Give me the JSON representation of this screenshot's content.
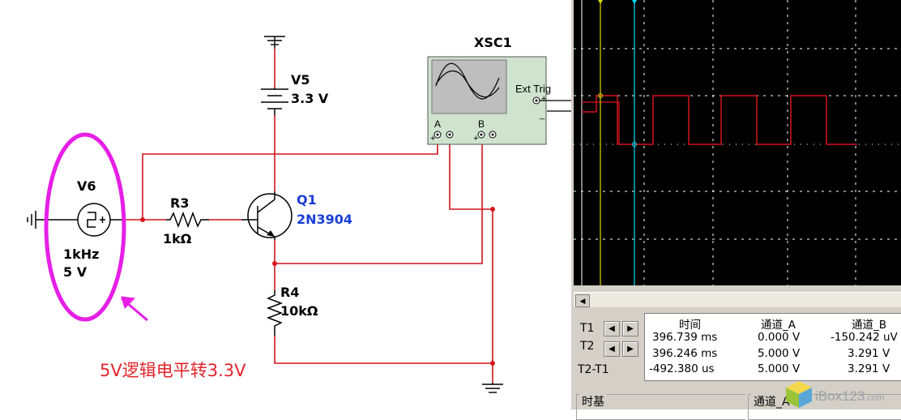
{
  "schematic": {
    "components": {
      "source": {
        "name": "V6",
        "freq": "1kHz",
        "amp": "5 V"
      },
      "battery": {
        "name": "V5",
        "value": "3.3 V"
      },
      "resistor_in": {
        "name": "R3",
        "value": "1kΩ"
      },
      "transistor": {
        "name": "Q1",
        "model": "2N3904"
      },
      "resistor_pull": {
        "name": "R4",
        "value": "10kΩ"
      },
      "oscilloscope": {
        "name": "XSC1",
        "ext_trig": "Ext Trig",
        "ch_a": "A",
        "ch_b": "B",
        "plus": "+",
        "minus": "_"
      }
    },
    "annotation": "5V逻辑电平转3.3V",
    "colors": {
      "wire": "#d4141c",
      "highlight": "#e61fe6",
      "transistor_text": "#1a3fd6",
      "annotation": "#e0242a"
    }
  },
  "scope": {
    "readout": {
      "headers": [
        "时间",
        "通道_A",
        "通道_B"
      ],
      "rows": [
        {
          "label": "T1",
          "time": "396.739 ms",
          "a": "0.000 V",
          "b": "-150.242 uV"
        },
        {
          "label": "T2",
          "time": "396.246 ms",
          "a": "5.000 V",
          "b": "3.291 V"
        },
        {
          "label": "T2-T1",
          "time": "-492.380 us",
          "a": "5.000 V",
          "b": "3.291 V"
        }
      ]
    },
    "bottom": {
      "timebase": "时基",
      "channel_a": "通道_A"
    },
    "arrow_left": "◀",
    "arrow_right": "▶",
    "colors": {
      "trace": "#d4141c",
      "cursor1": "#d8d800",
      "cursor2": "#00e0ff",
      "grid": "#ffffff"
    }
  },
  "watermark": {
    "text": "iBox123",
    "suffix": ".com"
  }
}
